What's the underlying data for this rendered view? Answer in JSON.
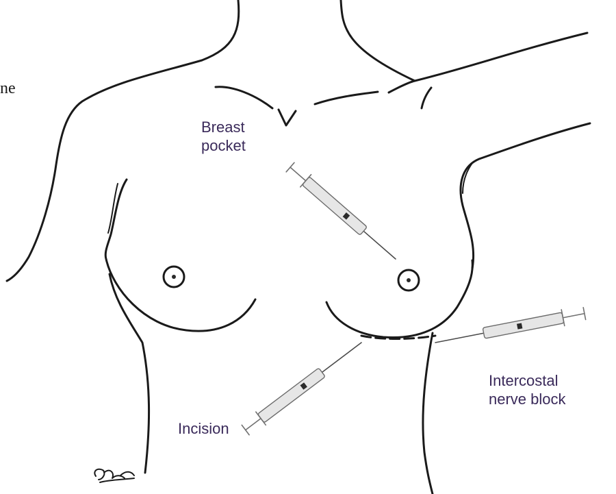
{
  "labels": {
    "edge_fragment": "ne",
    "breast_pocket_line1": "Breast",
    "breast_pocket_line2": "pocket",
    "incision": "Incision",
    "intercostal_line1": "Intercostal",
    "intercostal_line2": "nerve block"
  },
  "colors": {
    "label_text": "#3a2a5a",
    "line_art": "#1a1a1a",
    "syringe_fill": "#e6e6e6"
  }
}
